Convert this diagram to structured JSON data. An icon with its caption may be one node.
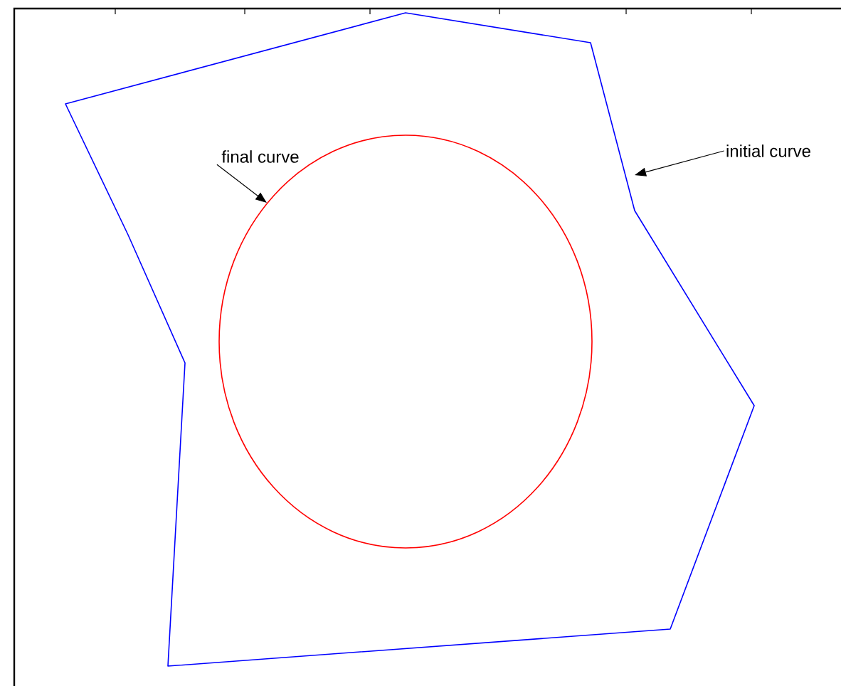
{
  "diagram": {
    "nodes": [
      {
        "text": [],
        "shape": "polygon"
      },
      {
        "text": [
          "final curve"
        ],
        "in": 0
      },
      {
        "text": [],
        "shape": "ellipse",
        "in": 0
      },
      {
        "text": [
          "initial curve"
        ]
      }
    ],
    "edges": [
      {
        "from": 1,
        "to": 2,
        "arrow": "to"
      },
      {
        "from": 3,
        "to": 0,
        "arrow": "to"
      }
    ]
  }
}
